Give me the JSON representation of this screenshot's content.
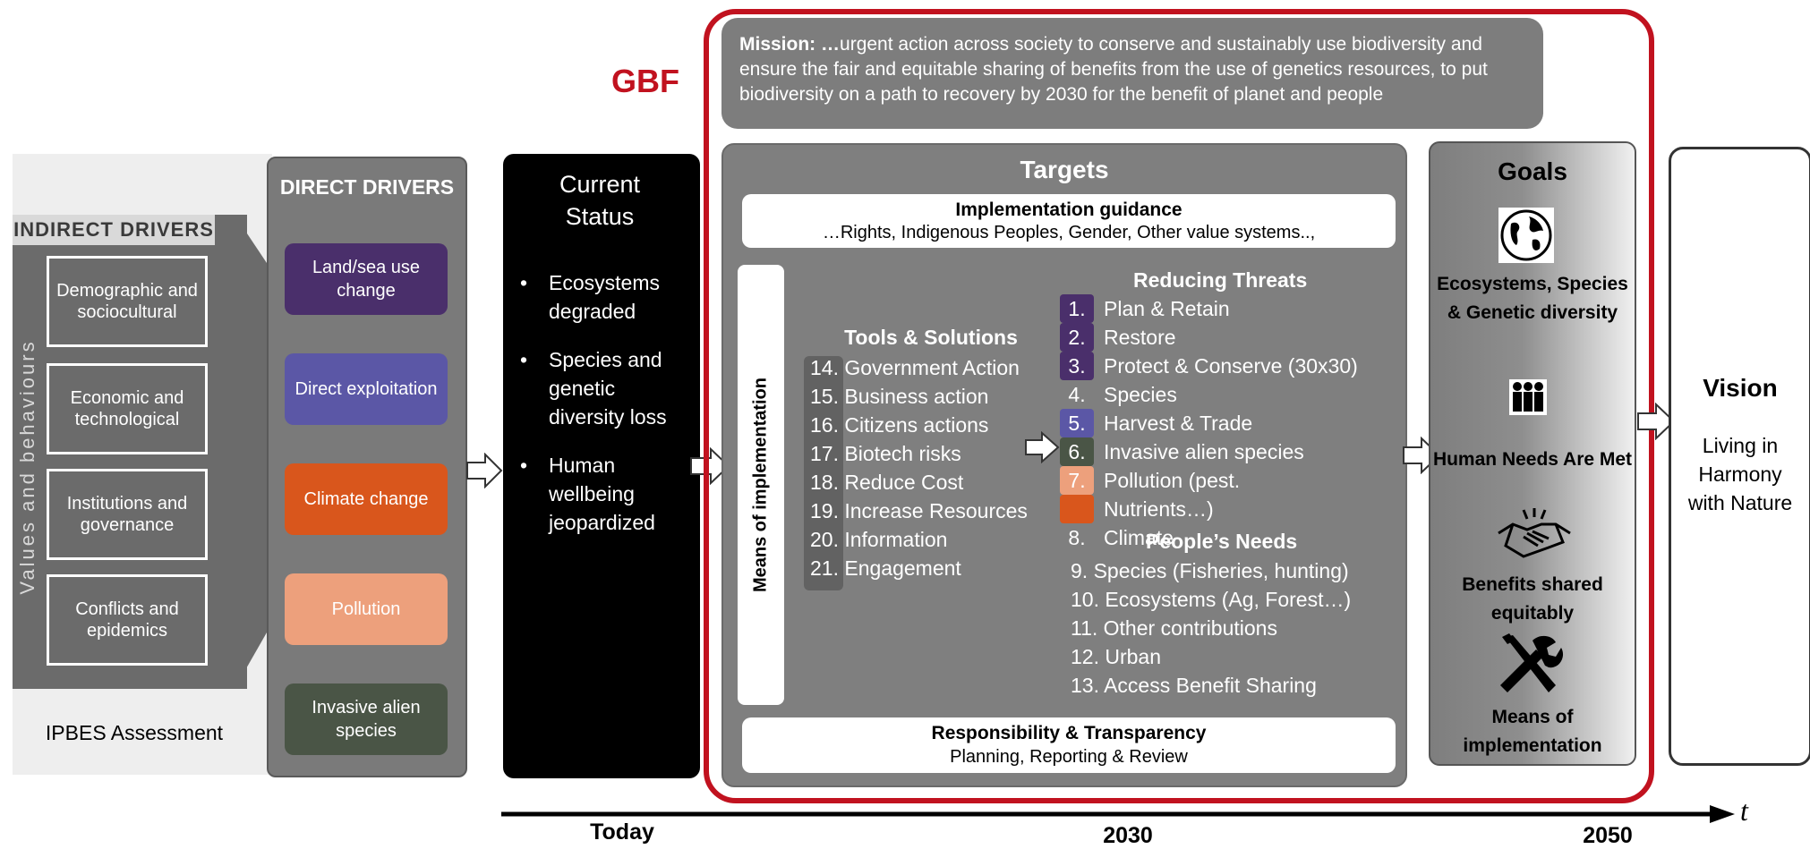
{
  "ipbes": {
    "indirect_title": "INDIRECT DRIVERS",
    "values_label": "Values and behaviours",
    "indirect_items": [
      "Demographic and sociocultural",
      "Economic and technological",
      "Institutions and governance",
      "Conflicts and epidemics"
    ],
    "caption": "IPBES Assessment"
  },
  "direct": {
    "title": "DIRECT DRIVERS",
    "items": [
      {
        "label": "Land/sea use change",
        "color": "#4a2f6b"
      },
      {
        "label": "Direct exploitation",
        "color": "#5b57a6"
      },
      {
        "label": "Climate change",
        "color": "#d9561c"
      },
      {
        "label": "Pollution",
        "color": "#eda07c"
      },
      {
        "label": "Invasive alien species",
        "color": "#4a5546"
      }
    ]
  },
  "status": {
    "title": "Current Status",
    "bullets": [
      "Ecosystems degraded",
      "Species and genetic diversity loss",
      "Human wellbeing jeopardized"
    ]
  },
  "gbf": {
    "label": "GBF",
    "frame_color": "#c1121f",
    "mission_bold": "Mission: …",
    "mission_text": "urgent action across society to conserve and sustainably use biodiversity and ensure the fair and equitable sharing of benefits from the use of genetics resources, to put biodiversity on a path to recovery by 2030 for the benefit of planet and people"
  },
  "targets": {
    "title": "Targets",
    "guidance_title": "Implementation guidance",
    "guidance_text": "…Rights, Indigenous Peoples, Gender, Other value systems..,",
    "means_label": "Means of implementation",
    "tools_title": "Tools & Solutions",
    "tools": [
      "14. Government Action",
      "15. Business action",
      "16. Citizens actions",
      "17. Biotech risks",
      "18. Reduce Cost",
      "19. Increase Resources",
      "20. Information",
      "21. Engagement"
    ],
    "threats_title": "Reducing Threats",
    "threats": [
      {
        "num": "1.",
        "label": "Plan & Retain",
        "color": "#4a2f6b"
      },
      {
        "num": "2.",
        "label": "Restore",
        "color": "#4a2f6b"
      },
      {
        "num": "3.",
        "label": "Protect & Conserve (30x30)",
        "color": "#4a2f6b"
      },
      {
        "num": "4.",
        "label": "Species",
        "color": ""
      },
      {
        "num": "5.",
        "label": "Harvest & Trade",
        "color": "#5b57a6"
      },
      {
        "num": "6.",
        "label": "Invasive alien species",
        "color": "#4a5546"
      },
      {
        "num": "7.",
        "label": "Pollution (pest.",
        "color": "#eda07c"
      },
      {
        "num": "",
        "label": "Nutrients…)",
        "color": "#d9561c"
      },
      {
        "num": "8.",
        "label": "Climate",
        "color": ""
      }
    ],
    "needs_title": "People’s Needs",
    "needs": [
      "9. Species (Fisheries, hunting)",
      "10. Ecosystems (Ag, Forest…)",
      "11. Other contributions",
      "12. Urban",
      "13. Access Benefit Sharing"
    ],
    "resp_title": "Responsibility & Transparency",
    "resp_text": "Planning, Reporting & Review"
  },
  "goals": {
    "title": "Goals",
    "items": [
      {
        "label": "Ecosystems, Species & Genetic diversity",
        "icon": "globe-icon"
      },
      {
        "label": "Human Needs Are Met",
        "icon": "people-icon"
      },
      {
        "label": "Benefits shared equitably",
        "icon": "handshake-icon"
      },
      {
        "label": "Means of implementation",
        "icon": "tools-icon"
      }
    ]
  },
  "vision": {
    "title": "Vision",
    "text": "Living in Harmony with Nature"
  },
  "timeline": {
    "today": "Today",
    "y2030": "2030",
    "y2050": "2050",
    "t": "t"
  }
}
